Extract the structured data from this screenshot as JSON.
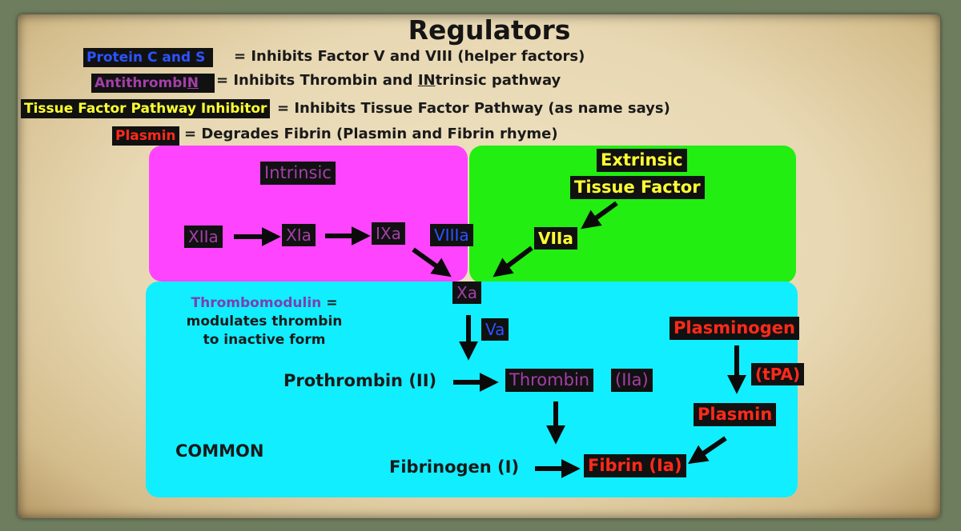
{
  "title": "Regulators",
  "regulators": [
    {
      "name": "Protein C and S",
      "desc": "= Inhibits Factor V and VIII (helper factors)",
      "color": "#2b54ff"
    },
    {
      "name_a": "AntithrombI",
      "name_b": "N",
      "desc_a": "= Inhibits Thrombin and ",
      "desc_b": "IN",
      "desc_c": "trinsic pathway",
      "color": "#a43fa8"
    },
    {
      "name": "Tissue Factor Pathway Inhibitor",
      "desc": "= Inhibits Tissue Factor Pathway (as name says)",
      "color": "#ffff33"
    },
    {
      "name": "Plasmin",
      "desc": "= Degrades Fibrin (Plasmin and Fibrin rhyme)",
      "color": "#ff2a1a"
    }
  ],
  "colors": {
    "intrinsic_box": "#ff44ff",
    "extrinsic_box": "#22ee11",
    "common_box": "#11eeff",
    "purple_text": "#a43fa8",
    "blue_text": "#2b54ff",
    "yellow_text": "#ffff33",
    "red_text": "#ff2a1a"
  },
  "intrinsic": {
    "label": "Intrinsic",
    "factors": [
      "XIIa",
      "XIa",
      "IXa"
    ],
    "cofactor": "VIIIa"
  },
  "extrinsic": {
    "label_line1": "Extrinsic",
    "label_line2": "Tissue Factor",
    "factor": "VIIa"
  },
  "common": {
    "label": "COMMON",
    "xa": "Xa",
    "va": "Va",
    "prothrombin": "Prothrombin (II)",
    "thrombin": "Thrombin",
    "thrombin_code": "(IIa)",
    "fibrinogen": "Fibrinogen (I)",
    "fibrin": "Fibrin (Ia)",
    "thrombomodulin_name": "Thrombomodulin",
    "thrombomodulin_eq": "=",
    "thrombomodulin_line2": "modulates thrombin",
    "thrombomodulin_line3": "to inactive form"
  },
  "fibrinolysis": {
    "plasminogen": "Plasminogen",
    "tpa": "(tPA)",
    "plasmin": "Plasmin"
  }
}
